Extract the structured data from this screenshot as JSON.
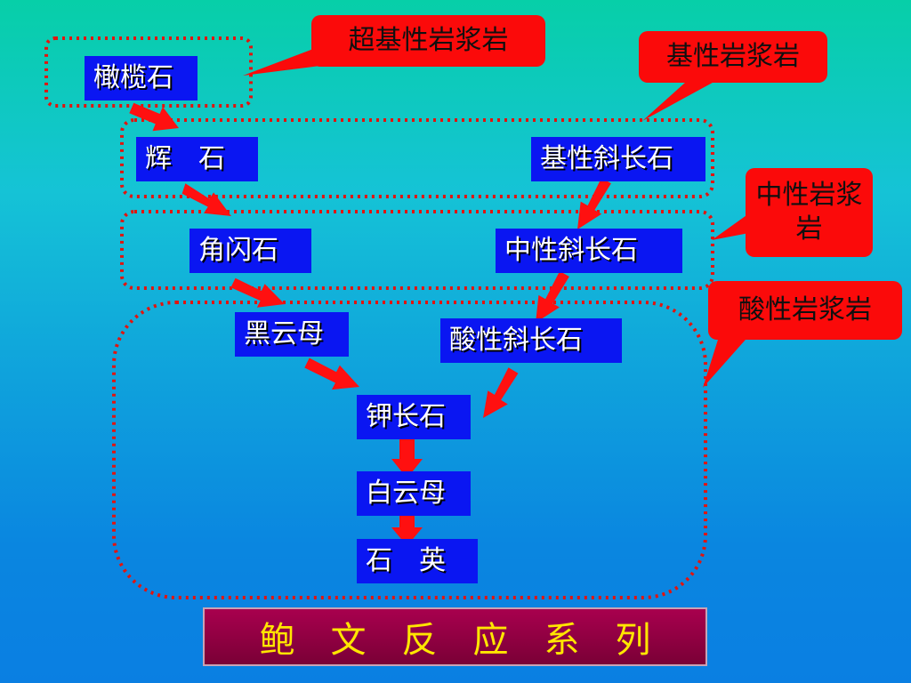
{
  "colors": {
    "box_fill": "#0a16f2",
    "arrow": "#ff1010",
    "callout": "#fb0a0a",
    "dotted_border": "#e2140e",
    "title_bar": "#9a0044",
    "title_text": "#ffe600"
  },
  "minerals": {
    "olivine": "橄榄石",
    "pyroxene": "辉　石",
    "amphibole": "角闪石",
    "biotite": "黑云母",
    "k_feldspar": "钾长石",
    "muscovite": "白云母",
    "quartz": "石　英",
    "basic_plagioclase": "基性斜长石",
    "intermediate_plagioclase": "中性斜长石",
    "acidic_plagioclase": "酸性斜长石"
  },
  "callouts": {
    "ultrabasic": "超基性岩浆岩",
    "basic": "基性岩浆岩",
    "intermediate": "中性岩浆岩",
    "acidic": "酸性岩浆岩"
  },
  "title": "鲍文反应系列",
  "arrows": [
    {
      "from": "olivine",
      "to": "pyroxene"
    },
    {
      "from": "pyroxene",
      "to": "amphibole"
    },
    {
      "from": "amphibole",
      "to": "biotite"
    },
    {
      "from": "biotite",
      "to": "k_feldspar"
    },
    {
      "from": "basic_plagioclase",
      "to": "intermediate_plagioclase"
    },
    {
      "from": "intermediate_plagioclase",
      "to": "acidic_plagioclase"
    },
    {
      "from": "acidic_plagioclase",
      "to": "k_feldspar"
    },
    {
      "from": "k_feldspar",
      "to": "muscovite"
    },
    {
      "from": "muscovite",
      "to": "quartz"
    }
  ]
}
